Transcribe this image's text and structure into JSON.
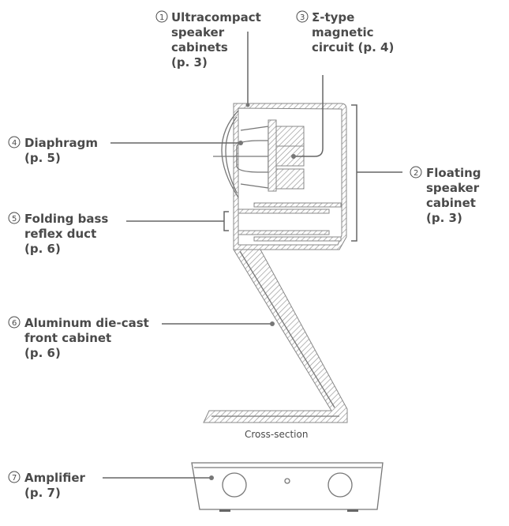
{
  "labels": [
    {
      "num": "1",
      "lines": [
        "Ultracompact",
        "speaker",
        "cabinets",
        "(p. 3)"
      ]
    },
    {
      "num": "3",
      "lines": [
        "Σ-type",
        "magnetic",
        "circuit (p. 4)"
      ]
    },
    {
      "num": "4",
      "lines": [
        "Diaphragm",
        "(p. 5)"
      ]
    },
    {
      "num": "2",
      "lines": [
        "Floating",
        "speaker",
        "cabinet",
        "(p. 3)"
      ]
    },
    {
      "num": "5",
      "lines": [
        "Folding bass",
        "reflex duct",
        "(p. 6)"
      ]
    },
    {
      "num": "6",
      "lines": [
        "Aluminum die-cast",
        "front cabinet",
        "(p. 6)"
      ]
    },
    {
      "num": "7",
      "lines": [
        "Amplifier",
        "(p. 7)"
      ]
    }
  ],
  "caption": "Cross-section"
}
